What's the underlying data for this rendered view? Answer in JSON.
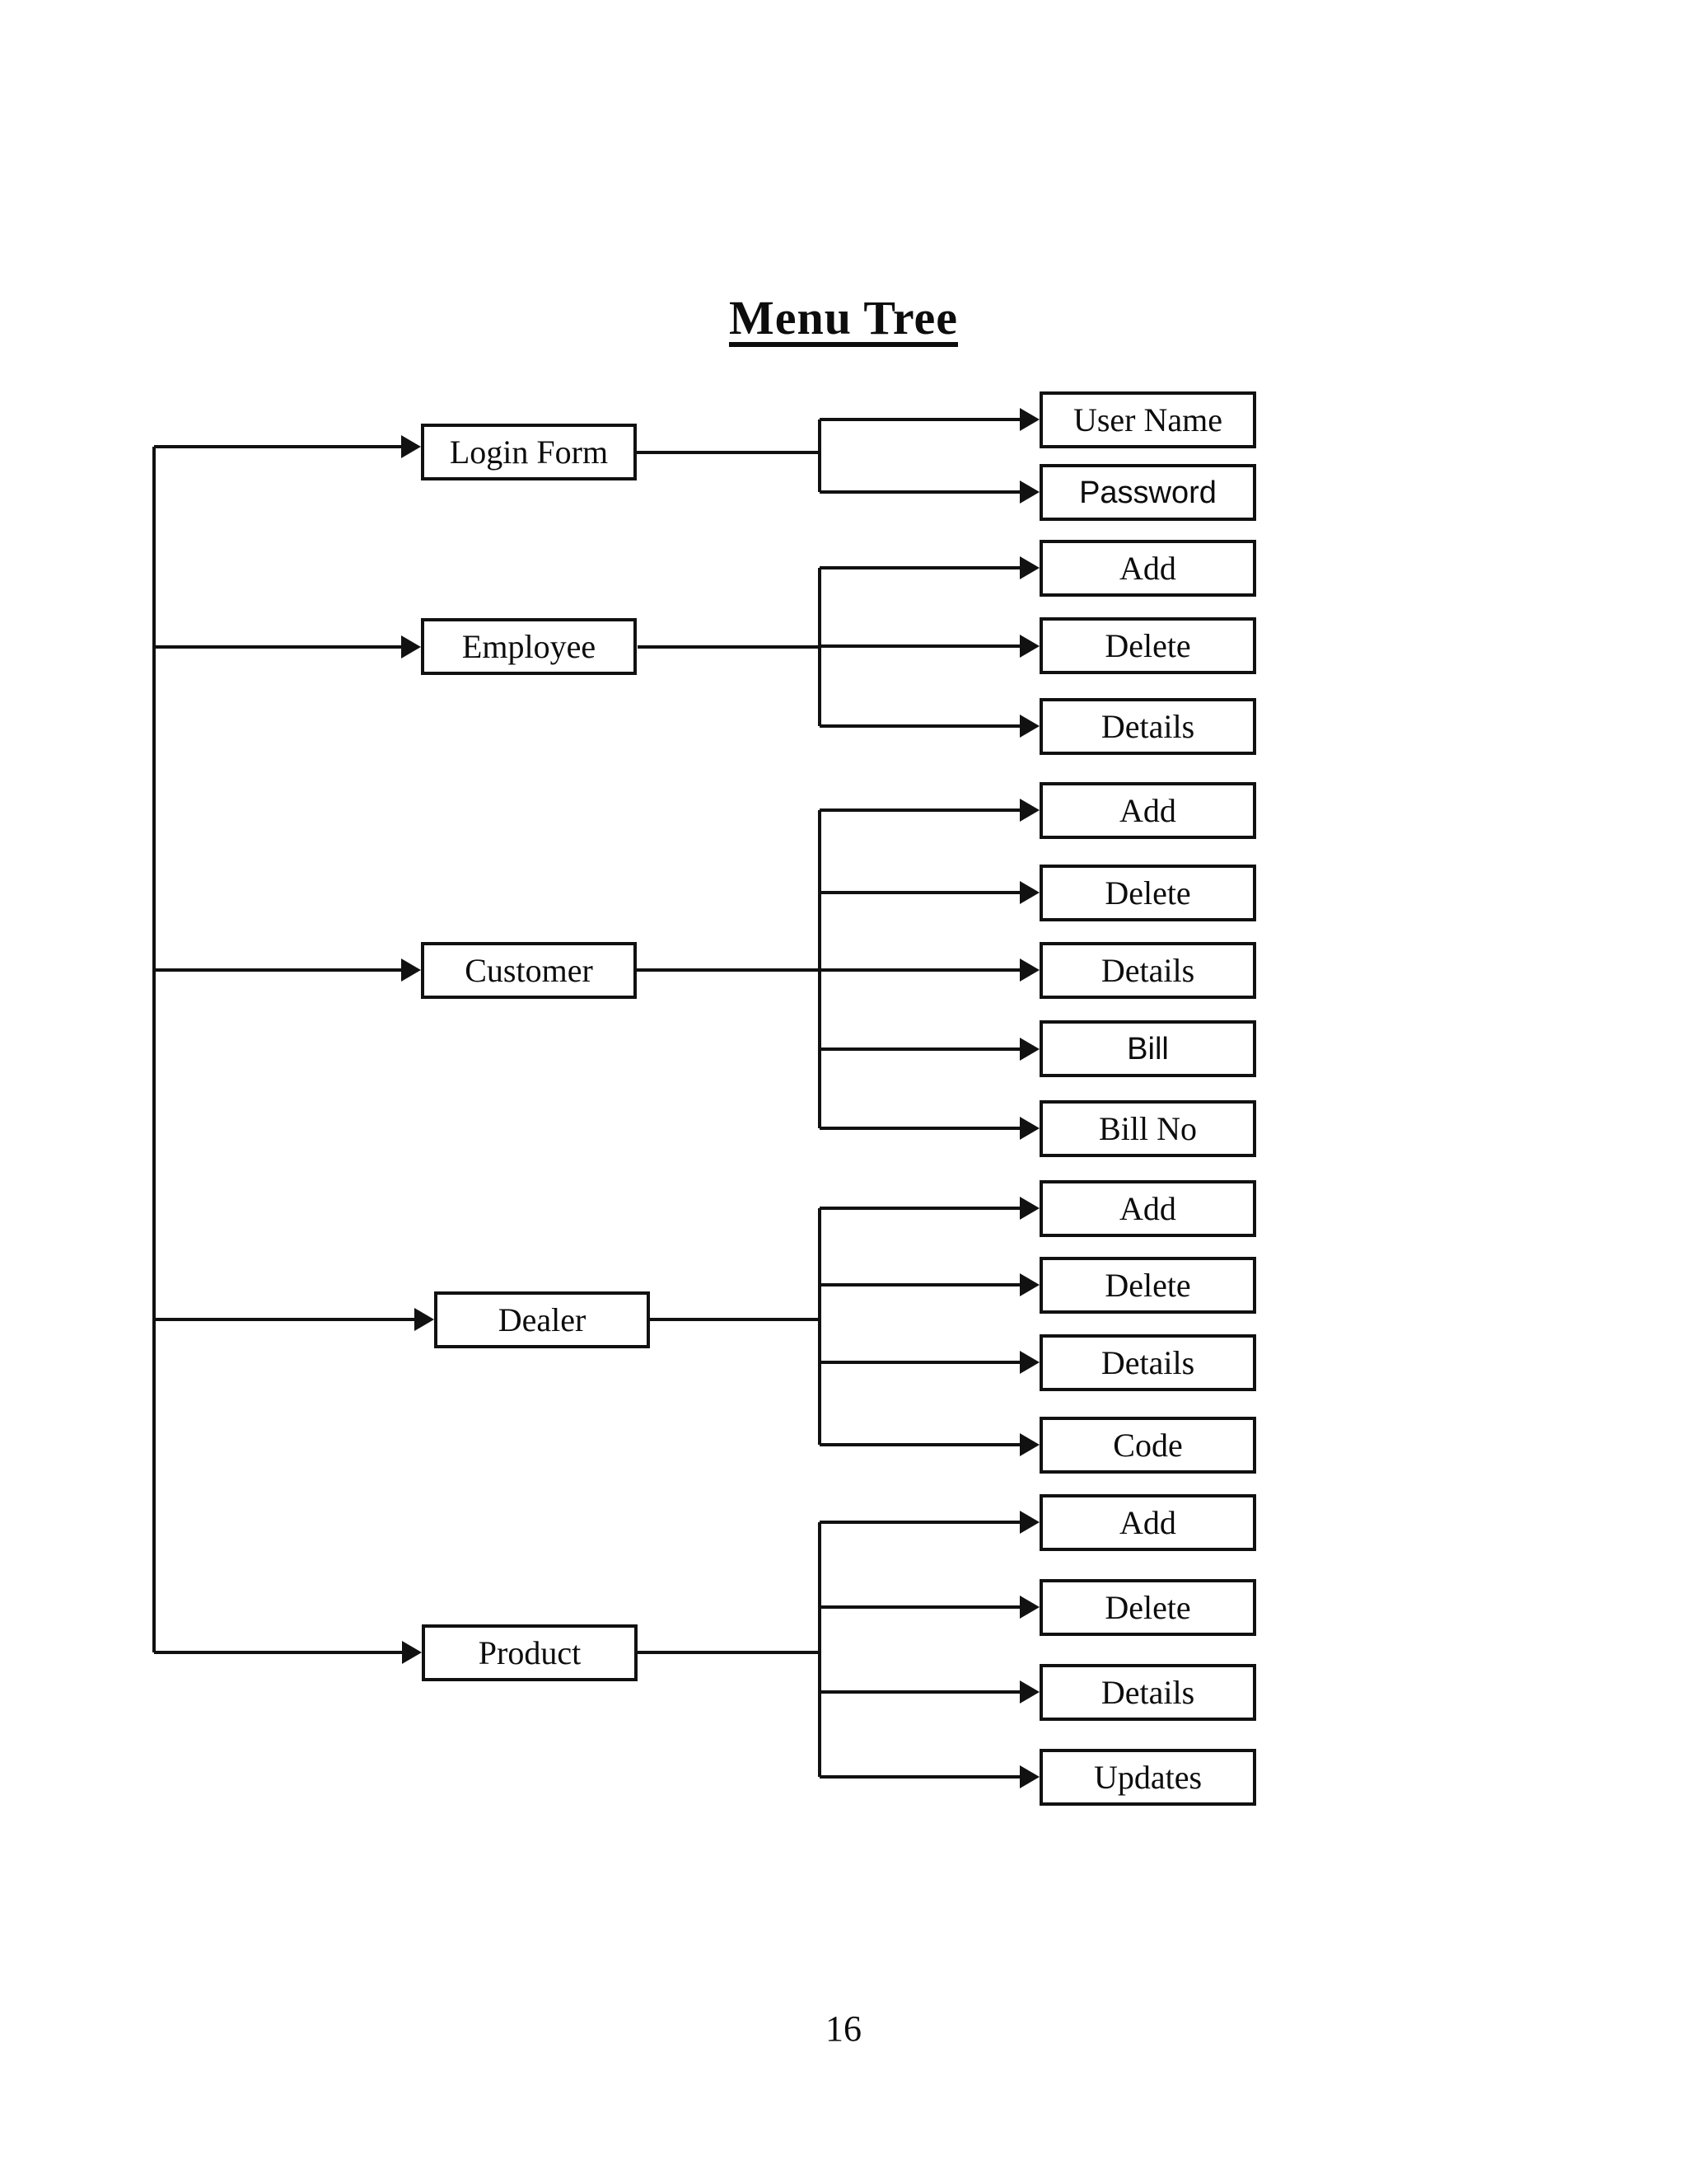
{
  "page": {
    "title": "Menu Tree",
    "page_number": "16"
  },
  "menu_tree": {
    "root_items": [
      {
        "label": "Login Form",
        "children": [
          "User Name",
          "Password"
        ]
      },
      {
        "label": "Employee",
        "children": [
          "Add",
          "Delete",
          "Details"
        ]
      },
      {
        "label": "Customer",
        "children": [
          "Add",
          "Delete",
          "Details",
          "Bill",
          "Bill No"
        ]
      },
      {
        "label": "Dealer",
        "children": [
          "Add",
          "Delete",
          "Details",
          "Code"
        ]
      },
      {
        "label": "Product",
        "children": [
          "Add",
          "Delete",
          "Details",
          "Updates"
        ]
      }
    ]
  }
}
